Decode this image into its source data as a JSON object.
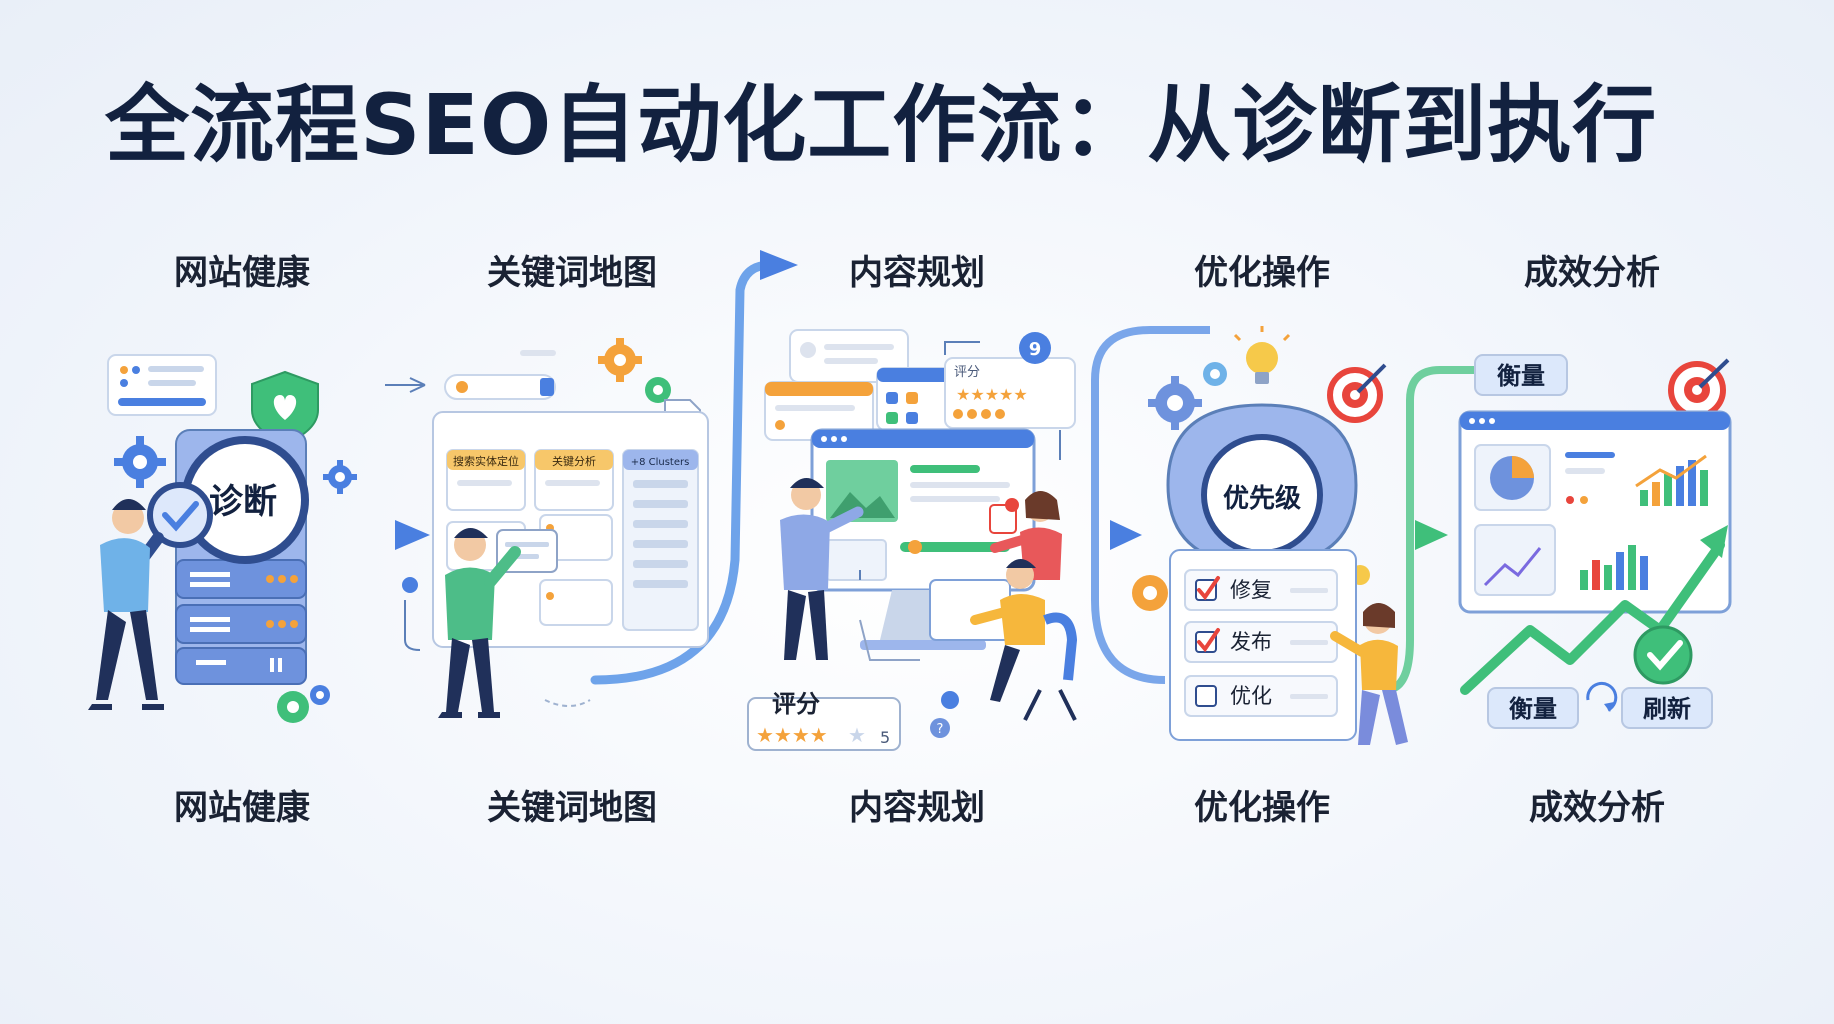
{
  "title": "全流程SEO自动化工作流：从诊断到执行",
  "stages_top": [
    "网站健康",
    "关键词地图",
    "内容规划",
    "优化操作",
    "成效分析"
  ],
  "stages_bottom": [
    "网站健康",
    "关键词地图",
    "内容规划",
    "优化操作",
    "成效分析"
  ],
  "diagnose_label": "诊断",
  "keyword_headers": [
    "搜索实体定位",
    "关键分析",
    "+8 Clusters"
  ],
  "content_badge_number": "9",
  "content_score_tag": "评分",
  "score_card": {
    "label": "评分",
    "value": "5"
  },
  "priority_label": "优先级",
  "checklist": [
    {
      "label": "修复",
      "checked": true
    },
    {
      "label": "发布",
      "checked": true
    },
    {
      "label": "优化",
      "checked": false
    }
  ],
  "analysis_tags": {
    "measure_top": "衡量",
    "measure_bottom": "衡量",
    "refresh": "刷新"
  },
  "colors": {
    "title": "#12213f",
    "blue": "#4a7fe0",
    "green": "#3fbf7a",
    "orange": "#f4a23b",
    "red": "#e8453c"
  }
}
